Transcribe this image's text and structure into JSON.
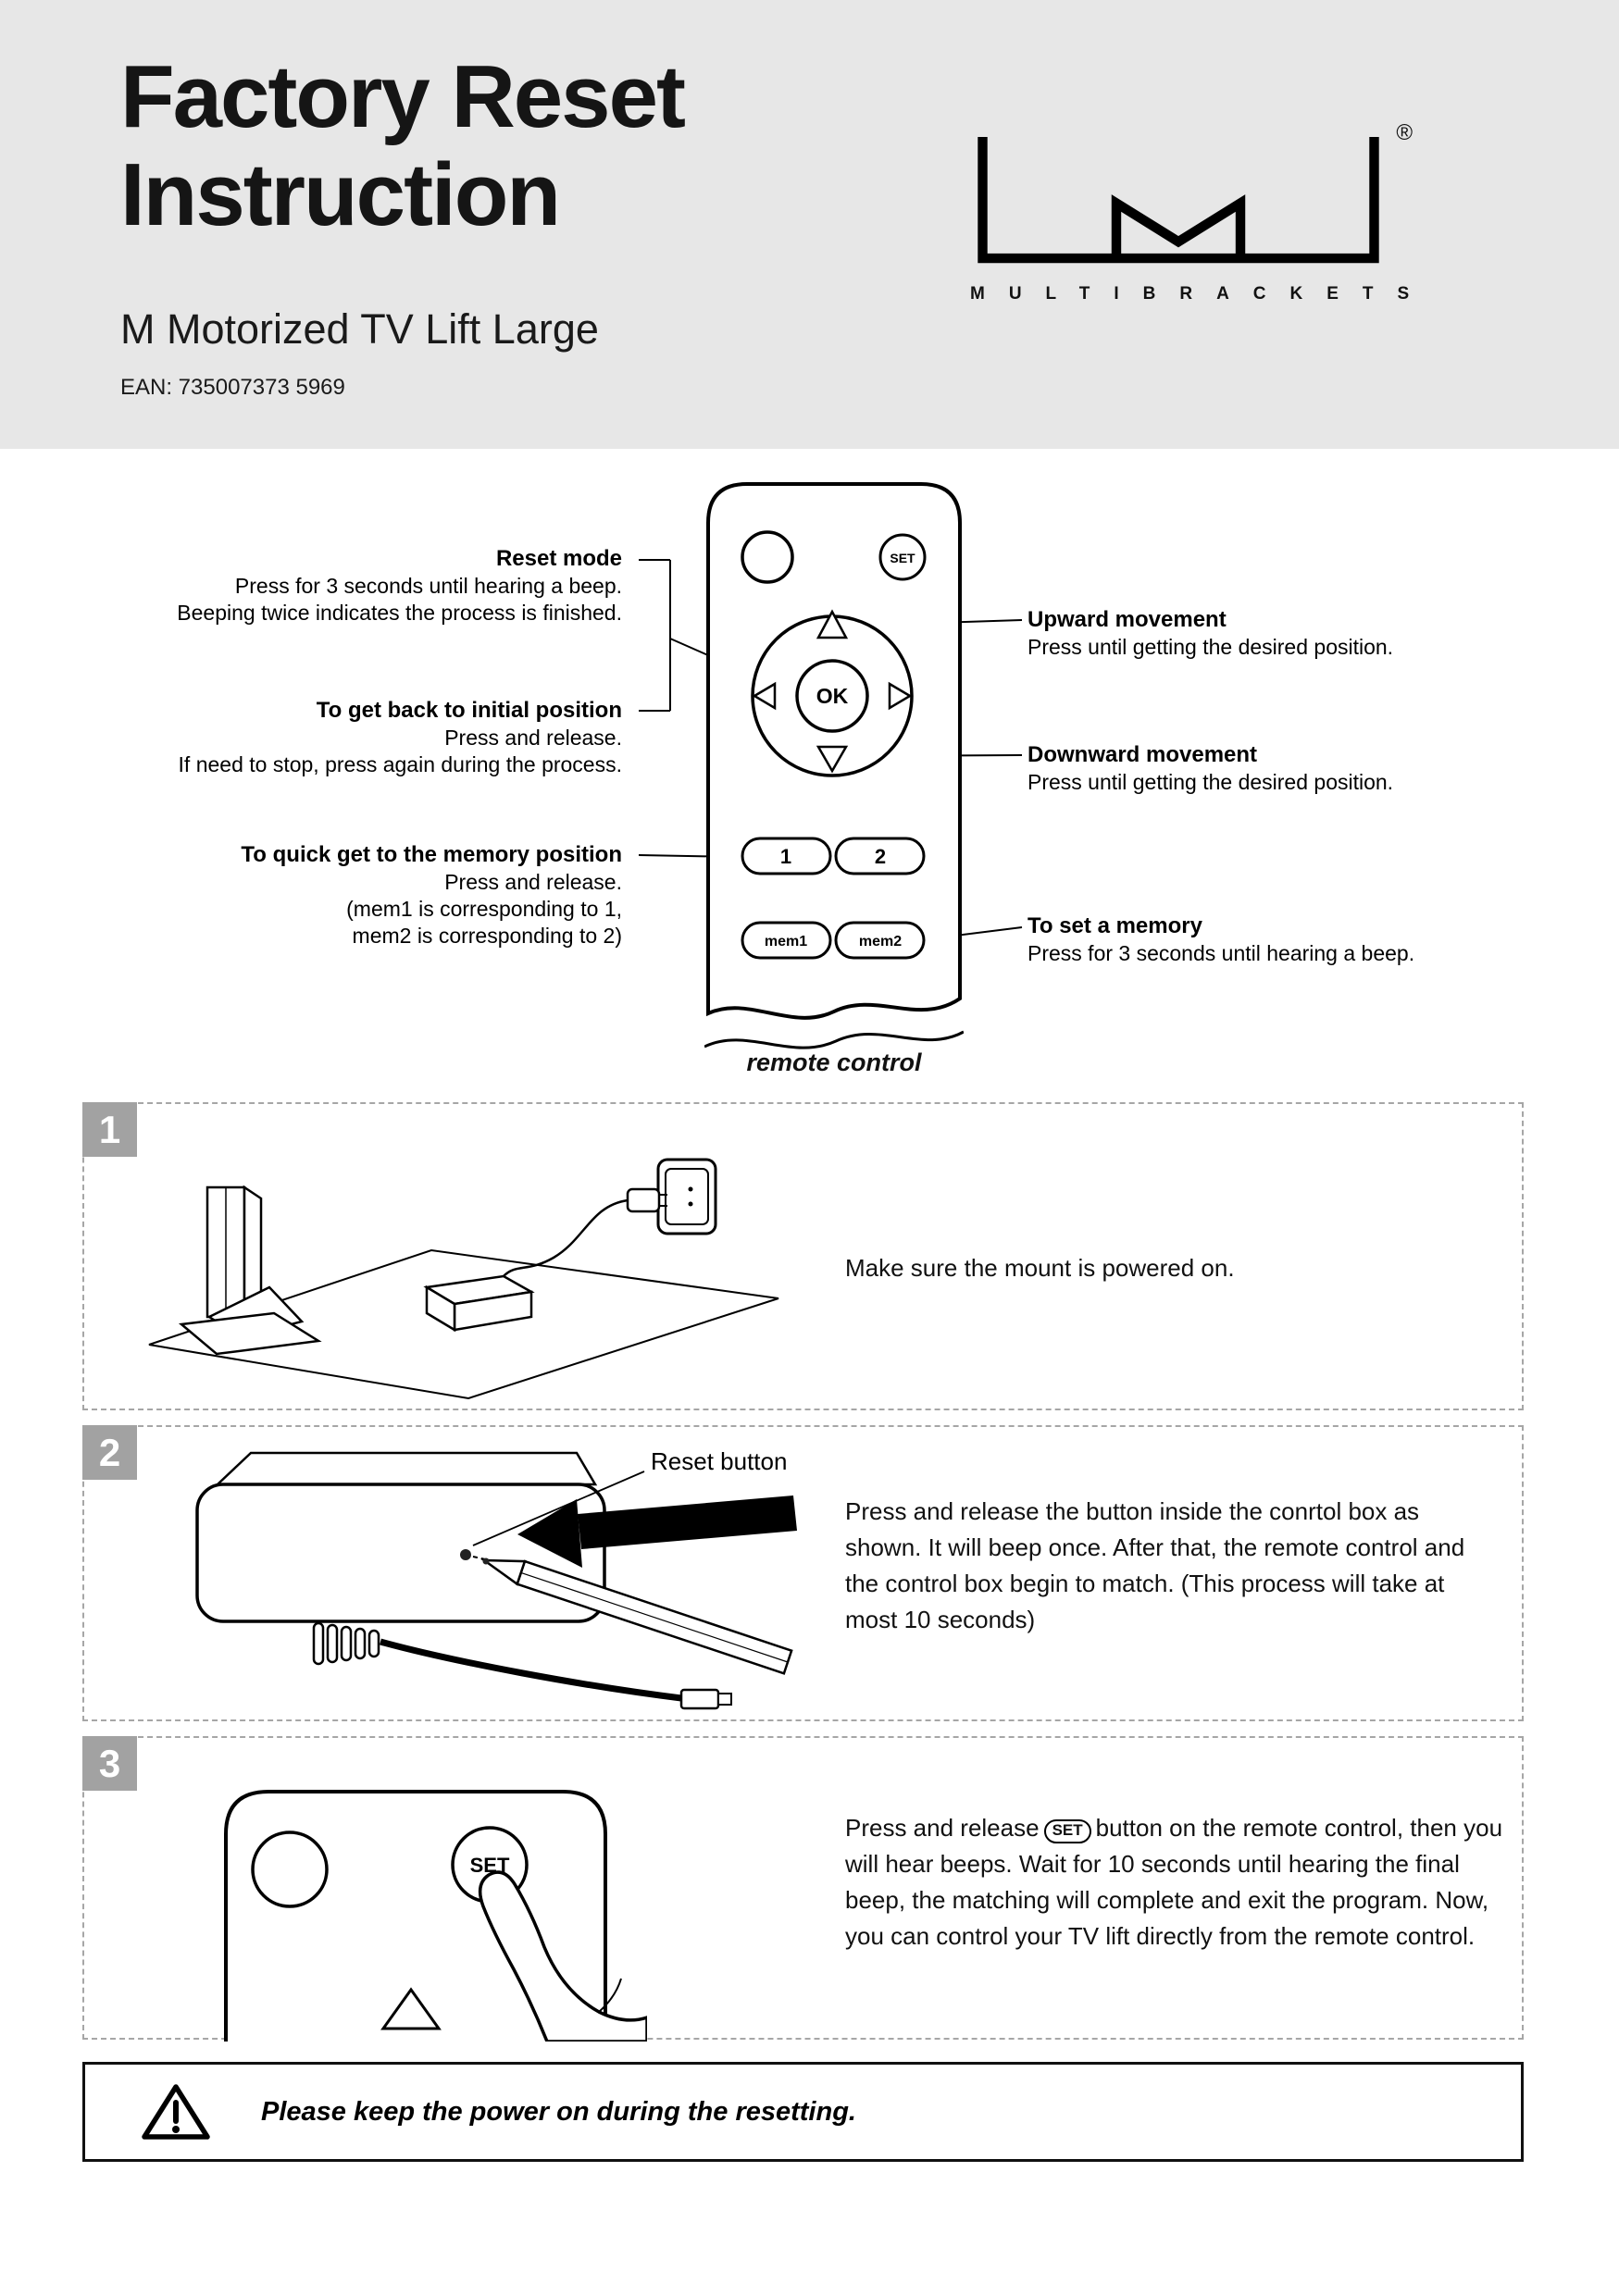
{
  "colors": {
    "header_bg": "#e7e7e7",
    "step_badge_bg": "#a2a2a2",
    "ink": "#000000"
  },
  "header": {
    "title_line1": "Factory Reset",
    "title_line2": "Instruction",
    "subtitle": "M Motorized TV Lift Large",
    "ean": "EAN: 735007373 5969",
    "brand": "MULTIBRACKETS",
    "registered": "®"
  },
  "remote": {
    "set": "SET",
    "ok": "OK",
    "btn1": "1",
    "btn2": "2",
    "mem1": "mem1",
    "mem2": "mem2",
    "caption": "remote control"
  },
  "annotations": {
    "reset_mode": {
      "title": "Reset mode",
      "line1": "Press for 3 seconds until hearing a beep.",
      "line2": "Beeping twice indicates the process is finished."
    },
    "initial_position": {
      "title": "To get back to initial position",
      "line1": "Press and release.",
      "line2": "If need to stop, press again during the process."
    },
    "memory_position": {
      "title": "To quick get to the memory position",
      "line1": "Press and release.",
      "line2": "(mem1 is corresponding to 1,",
      "line3": "mem2 is corresponding to 2)"
    },
    "upward": {
      "title": "Upward movement",
      "line1": "Press until getting the desired position."
    },
    "downward": {
      "title": "Downward movement",
      "line1": "Press until getting the desired position."
    },
    "set_memory": {
      "title": "To set a memory",
      "line1": "Press for 3 seconds until hearing a beep."
    }
  },
  "steps": {
    "one": {
      "number": "1",
      "text": "Make sure the mount is powered on."
    },
    "two": {
      "number": "2",
      "label": "Reset button",
      "text": "Press and release the button inside the conrtol box as shown. It will beep once. After that, the remote control and the control box begin to match. (This process will take at most 10 seconds)"
    },
    "three": {
      "number": "3",
      "text_before": "Press and release",
      "set_button": "SET",
      "text_after": "button on the remote control, then you will hear beeps. Wait for 10 seconds until hearing the final beep, the matching will complete and exit the program. Now, you can control your TV lift directly from the remote control."
    }
  },
  "warning": {
    "text": "Please keep the power on during the resetting."
  }
}
